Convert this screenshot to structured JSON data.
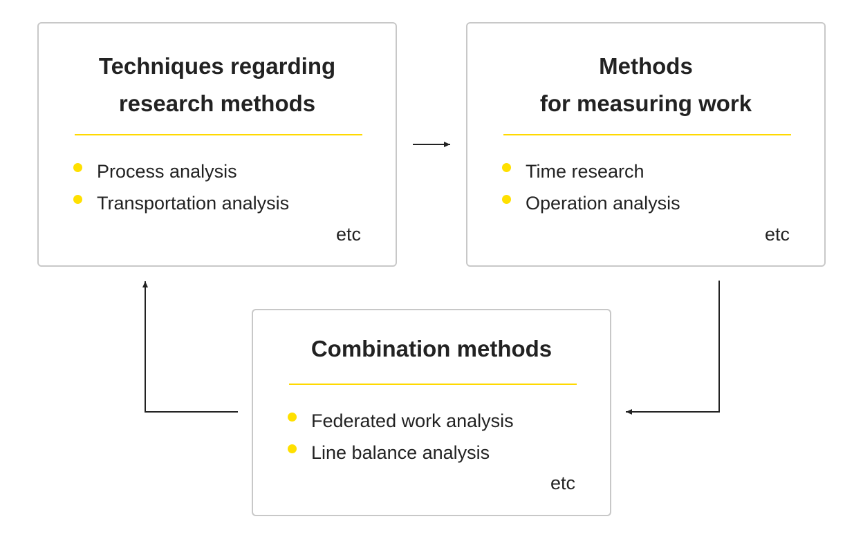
{
  "boxes": [
    {
      "title_lines": [
        "Techniques regarding",
        "research methods"
      ],
      "items": [
        "Process analysis",
        "Transportation analysis"
      ],
      "note": "etc"
    },
    {
      "title_lines": [
        "Methods",
        "for measuring work"
      ],
      "items": [
        "Time research",
        "Operation analysis"
      ],
      "note": "etc"
    },
    {
      "title_lines": [
        "Combination methods"
      ],
      "items": [
        "Federated work analysis",
        "Line balance analysis"
      ],
      "note": "etc"
    }
  ],
  "colors": {
    "accent": "#ffe000",
    "border": "#c8c8c8",
    "text": "#222222",
    "arrow": "#222222"
  }
}
